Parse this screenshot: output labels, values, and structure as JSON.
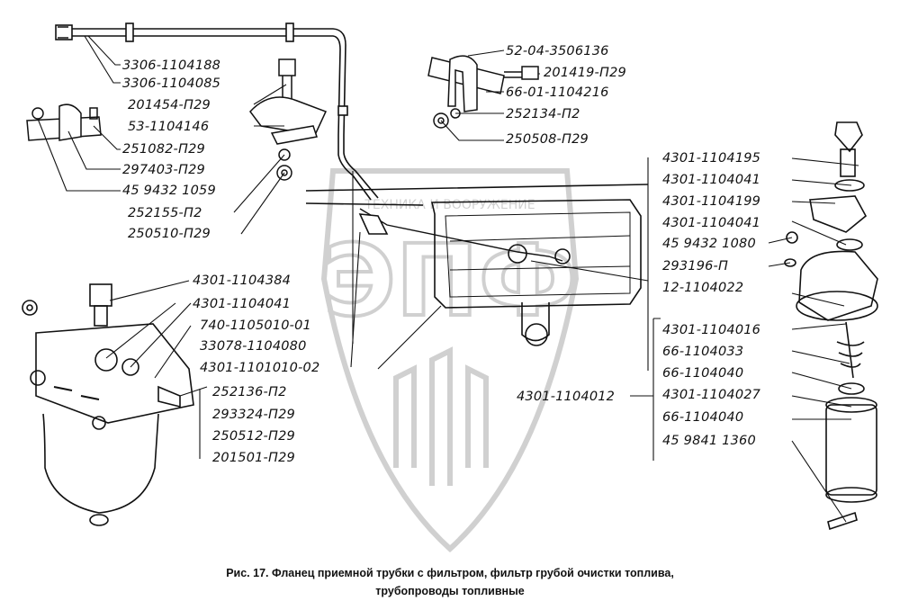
{
  "caption": {
    "line1": "Рис. 17. Фланец приемной трубки с фильтром, фильтр грубой очистки топлива,",
    "line2": "трубопроводы топливные"
  },
  "watermark": {
    "text": "ЭПФ",
    "small_text": "ТЕХНИКА И ВООРУЖЕНИЕ"
  },
  "part_numbers": {
    "tube_group": [
      "3306-1104188",
      "3306-1104085"
    ],
    "clamp_top_center": [
      "201454-П29",
      "53-1104146"
    ],
    "clamp_left": [
      "251082-П29",
      "297403-П29",
      "45 9432 1059"
    ],
    "nut_top_center": [
      "252155-П2",
      "250510-П29"
    ],
    "clamp_top_right": [
      "52-04-3506136",
      "201419-П29",
      "66-01-1104216",
      "252134-П2",
      "250508-П29"
    ],
    "filter_left": [
      "4301-1104384",
      "4301-1104041",
      "740-1105010-01",
      "33078-1104080",
      "4301-1101010-02"
    ],
    "filter_left_fasteners": [
      "252136-П2",
      "293324-П29",
      "250512-П29",
      "201501-П29"
    ],
    "right_top": [
      "4301-1104195",
      "4301-1104041",
      "4301-1104199",
      "4301-1104041",
      "45 9432 1080",
      "293196-П",
      "12-1104022"
    ],
    "right_bottom": [
      "4301-1104016",
      "66-1104033",
      "66-1104040",
      "4301-1104027",
      "66-1104040",
      "45 9841 1360"
    ],
    "right_assembly": "4301-1104012"
  }
}
